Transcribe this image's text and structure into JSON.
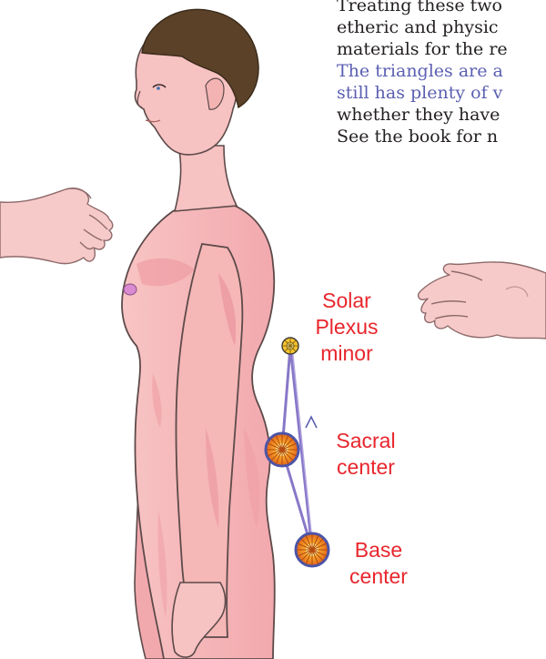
{
  "text_lines": [
    {
      "text": "Treating these two",
      "style": "dark"
    },
    {
      "text": "etheric and physic",
      "style": "dark"
    },
    {
      "text": "materials for the re",
      "style": "dark"
    },
    {
      "text": "The triangles are a",
      "style": "blue"
    },
    {
      "text": "still has plenty of v",
      "style": "blue"
    },
    {
      "text": "whether they have",
      "style": "dark"
    },
    {
      "text": "See the book for n",
      "style": "dark"
    }
  ],
  "labels": {
    "solar": [
      "Solar",
      "Plexus",
      "minor"
    ],
    "sacral": [
      "Sacral",
      "center"
    ],
    "base": [
      "Base",
      "center"
    ]
  },
  "colors": {
    "label": "#e8262d",
    "text_dark": "#231f20",
    "text_blue": "#5b5fb1",
    "triangle": "#8878c8",
    "skin": "#f6bcbc",
    "skin_shade": "#ee9ca4",
    "hair": "#5a4128",
    "chakra_fill": "#f39a1e",
    "chakra_ring": "#4b54a8"
  }
}
